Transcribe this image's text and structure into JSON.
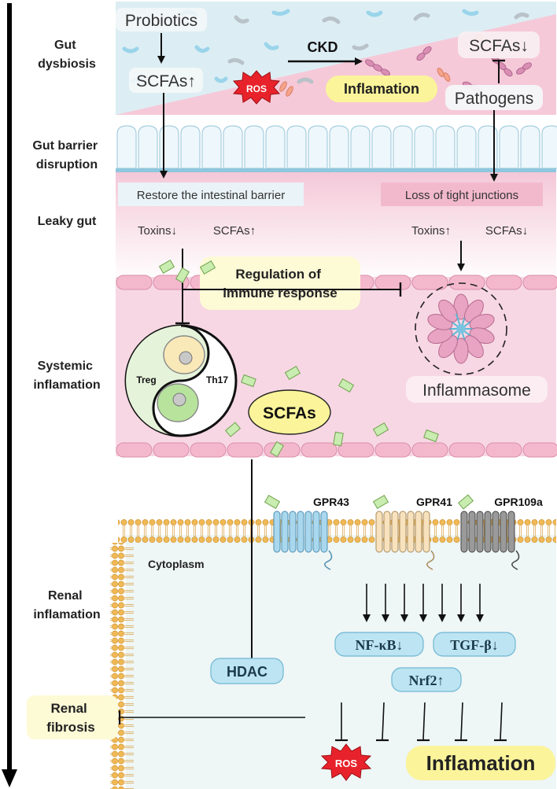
{
  "stages": {
    "gut_dysbiosis": "Gut\ndysbiosis",
    "gut_barrier_disruption": "Gut barrier\ndisruption",
    "leaky_gut": "Leaky gut",
    "systemic_inflammation": "Systemic\ninflamation",
    "renal_inflammation": "Renal\ninflamation"
  },
  "dysbiosis": {
    "probiotics": "Probiotics",
    "scfas_up": "SCFAs↑",
    "ckd": "CKD",
    "ros": "ROS",
    "inflammation": "Inflamation",
    "scfas_down": "SCFAs↓",
    "pathogens": "Pathogens"
  },
  "leaky": {
    "restore": "Restore the intestinal barrier",
    "loss": "Loss of tight junctions",
    "toxins_down": "Toxins↓",
    "scfas_up": "SCFAs↑",
    "toxins_up": "Toxins↑",
    "scfas_down": "SCFAs↓"
  },
  "systemic": {
    "regulation": "Regulation of\nimmune response",
    "treg": "Treg",
    "th17": "Th17",
    "inflammasome": "Inflammasome",
    "scfas": "SCFAs"
  },
  "renal": {
    "gpr43": "GPR43",
    "gpr41": "GPR41",
    "gpr109a": "GPR109a",
    "cytoplasm": "Cytoplasm",
    "hdac": "HDAC",
    "nfkb": "NF-κB↓",
    "tgfb": "TGF-β↓",
    "nrf2": "Nrf2↑",
    "renal_fibrosis": "Renal\nfibrosis",
    "ros": "ROS",
    "inflammation": "Inflamation"
  },
  "colors": {
    "pink": "#f6c9d8",
    "light_blue": "#dceef4",
    "yellow": "#fbf49a",
    "receptor_blue": "#a9d7ee",
    "ros_red": "#e8222b",
    "scfa_green": "#c9ecb0",
    "membrane_orange": "#f0b955"
  }
}
